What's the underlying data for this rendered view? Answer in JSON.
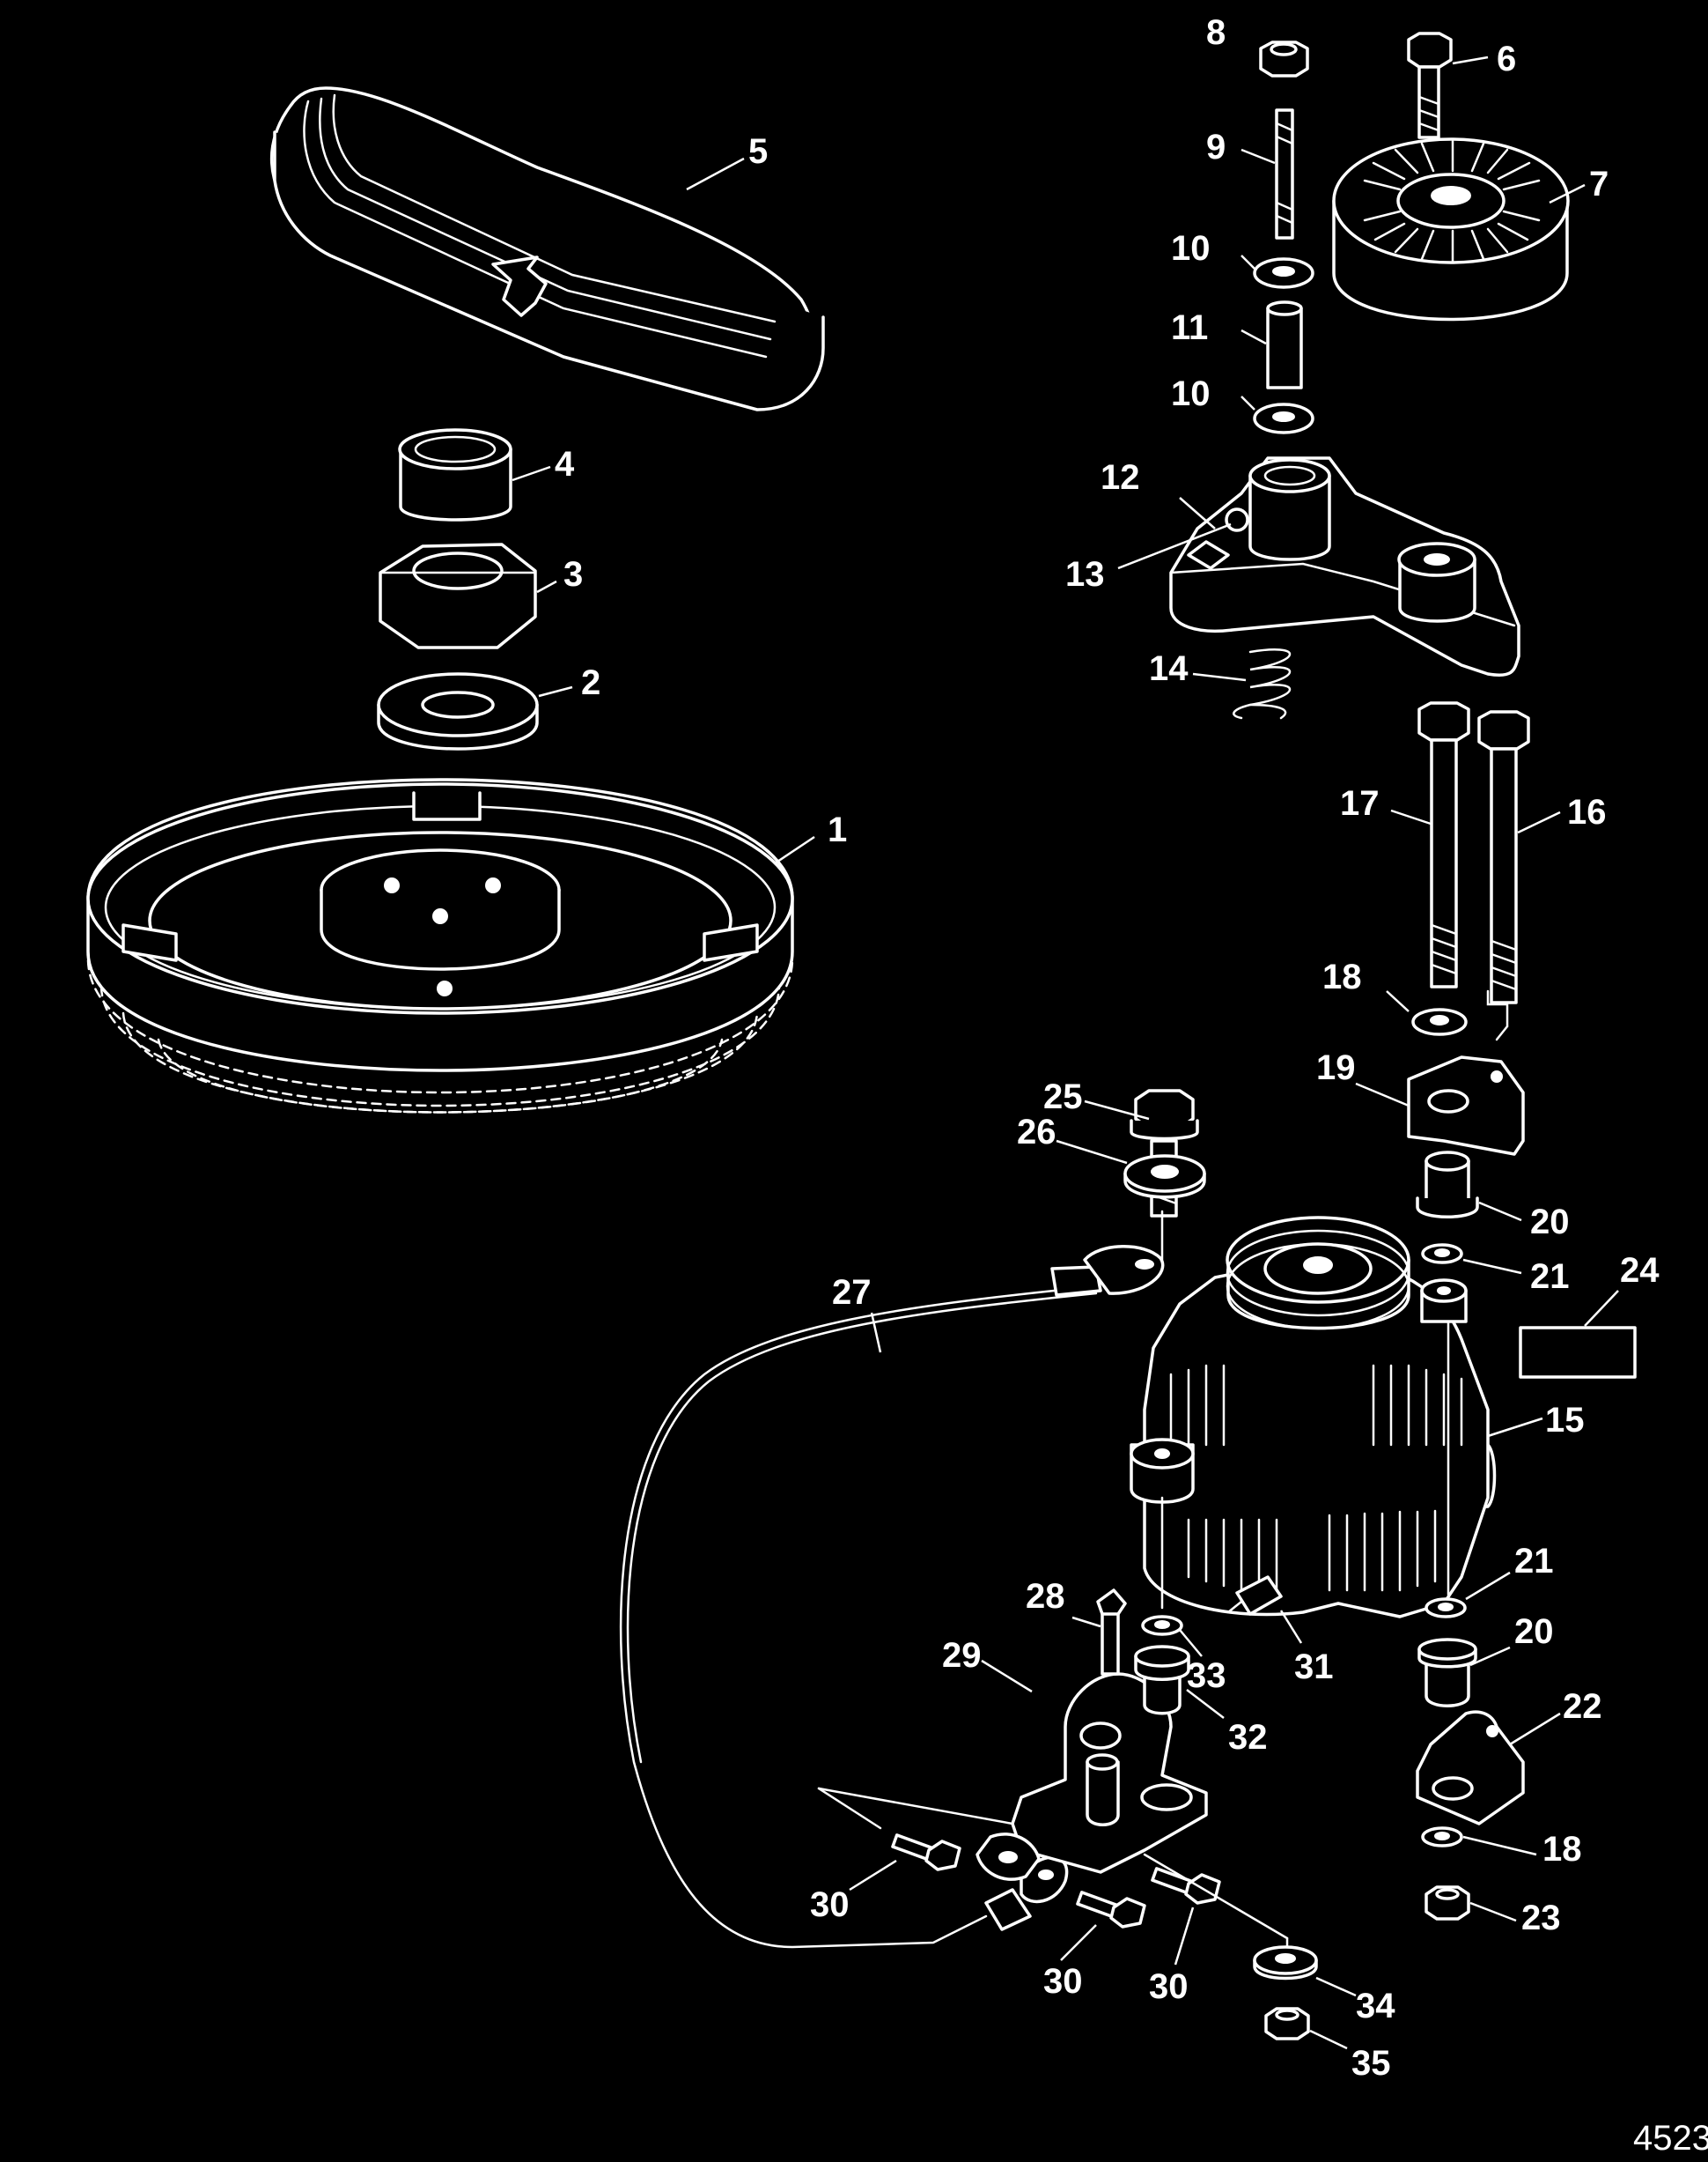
{
  "figure": {
    "id": "4523",
    "background": "#000000",
    "line_color": "#ffffff"
  },
  "callouts": [
    {
      "id": "c1",
      "label": "1"
    },
    {
      "id": "c2",
      "label": "2"
    },
    {
      "id": "c3",
      "label": "3"
    },
    {
      "id": "c4",
      "label": "4"
    },
    {
      "id": "c5",
      "label": "5"
    },
    {
      "id": "c6",
      "label": "6"
    },
    {
      "id": "c7",
      "label": "7"
    },
    {
      "id": "c8",
      "label": "8"
    },
    {
      "id": "c9",
      "label": "9"
    },
    {
      "id": "c10a",
      "label": "10"
    },
    {
      "id": "c10b",
      "label": "10"
    },
    {
      "id": "c11",
      "label": "11"
    },
    {
      "id": "c12",
      "label": "12"
    },
    {
      "id": "c13",
      "label": "13"
    },
    {
      "id": "c14",
      "label": "14"
    },
    {
      "id": "c15",
      "label": "15"
    },
    {
      "id": "c16",
      "label": "16"
    },
    {
      "id": "c17",
      "label": "17"
    },
    {
      "id": "c18a",
      "label": "18"
    },
    {
      "id": "c18b",
      "label": "18"
    },
    {
      "id": "c19",
      "label": "19"
    },
    {
      "id": "c20a",
      "label": "20"
    },
    {
      "id": "c20b",
      "label": "20"
    },
    {
      "id": "c21a",
      "label": "21"
    },
    {
      "id": "c21b",
      "label": "21"
    },
    {
      "id": "c22",
      "label": "22"
    },
    {
      "id": "c23",
      "label": "23"
    },
    {
      "id": "c24",
      "label": "24"
    },
    {
      "id": "c25",
      "label": "25"
    },
    {
      "id": "c26",
      "label": "26"
    },
    {
      "id": "c27",
      "label": "27"
    },
    {
      "id": "c28",
      "label": "28"
    },
    {
      "id": "c29",
      "label": "29"
    },
    {
      "id": "c30a",
      "label": "30"
    },
    {
      "id": "c30b",
      "label": "30"
    },
    {
      "id": "c30c",
      "label": "30"
    },
    {
      "id": "c31",
      "label": "31"
    },
    {
      "id": "c32",
      "label": "32"
    },
    {
      "id": "c33",
      "label": "33"
    },
    {
      "id": "c34",
      "label": "34"
    },
    {
      "id": "c35",
      "label": "35"
    }
  ]
}
